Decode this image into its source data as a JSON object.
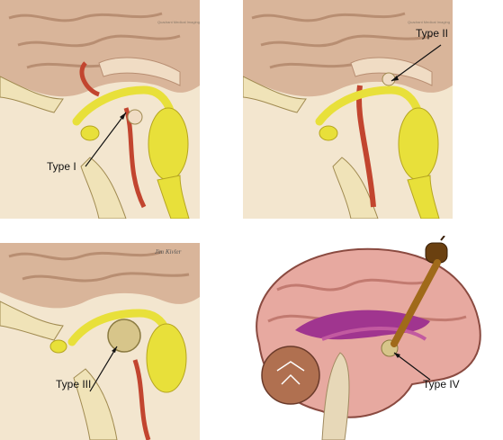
{
  "figure": {
    "panels": [
      {
        "id": "type-1",
        "label": "Type I",
        "watermark": "Quadrant Medical Imaging"
      },
      {
        "id": "type-2",
        "label": "Type II",
        "watermark": "Quadrant Medical Imaging"
      },
      {
        "id": "type-3",
        "label": "Type III",
        "signature": "Jim Kivler"
      },
      {
        "id": "type-4",
        "label": "Type IV"
      }
    ]
  },
  "colors": {
    "brain": "#d9b59a",
    "brain_dark": "#b88e72",
    "nerve": "#e8e03a",
    "nerve_dark": "#b5a51f",
    "artery": "#c2452f",
    "bone": "#f0e3b8",
    "cortex_pink": "#e7a9a0",
    "ventricle": "#a0358f"
  }
}
